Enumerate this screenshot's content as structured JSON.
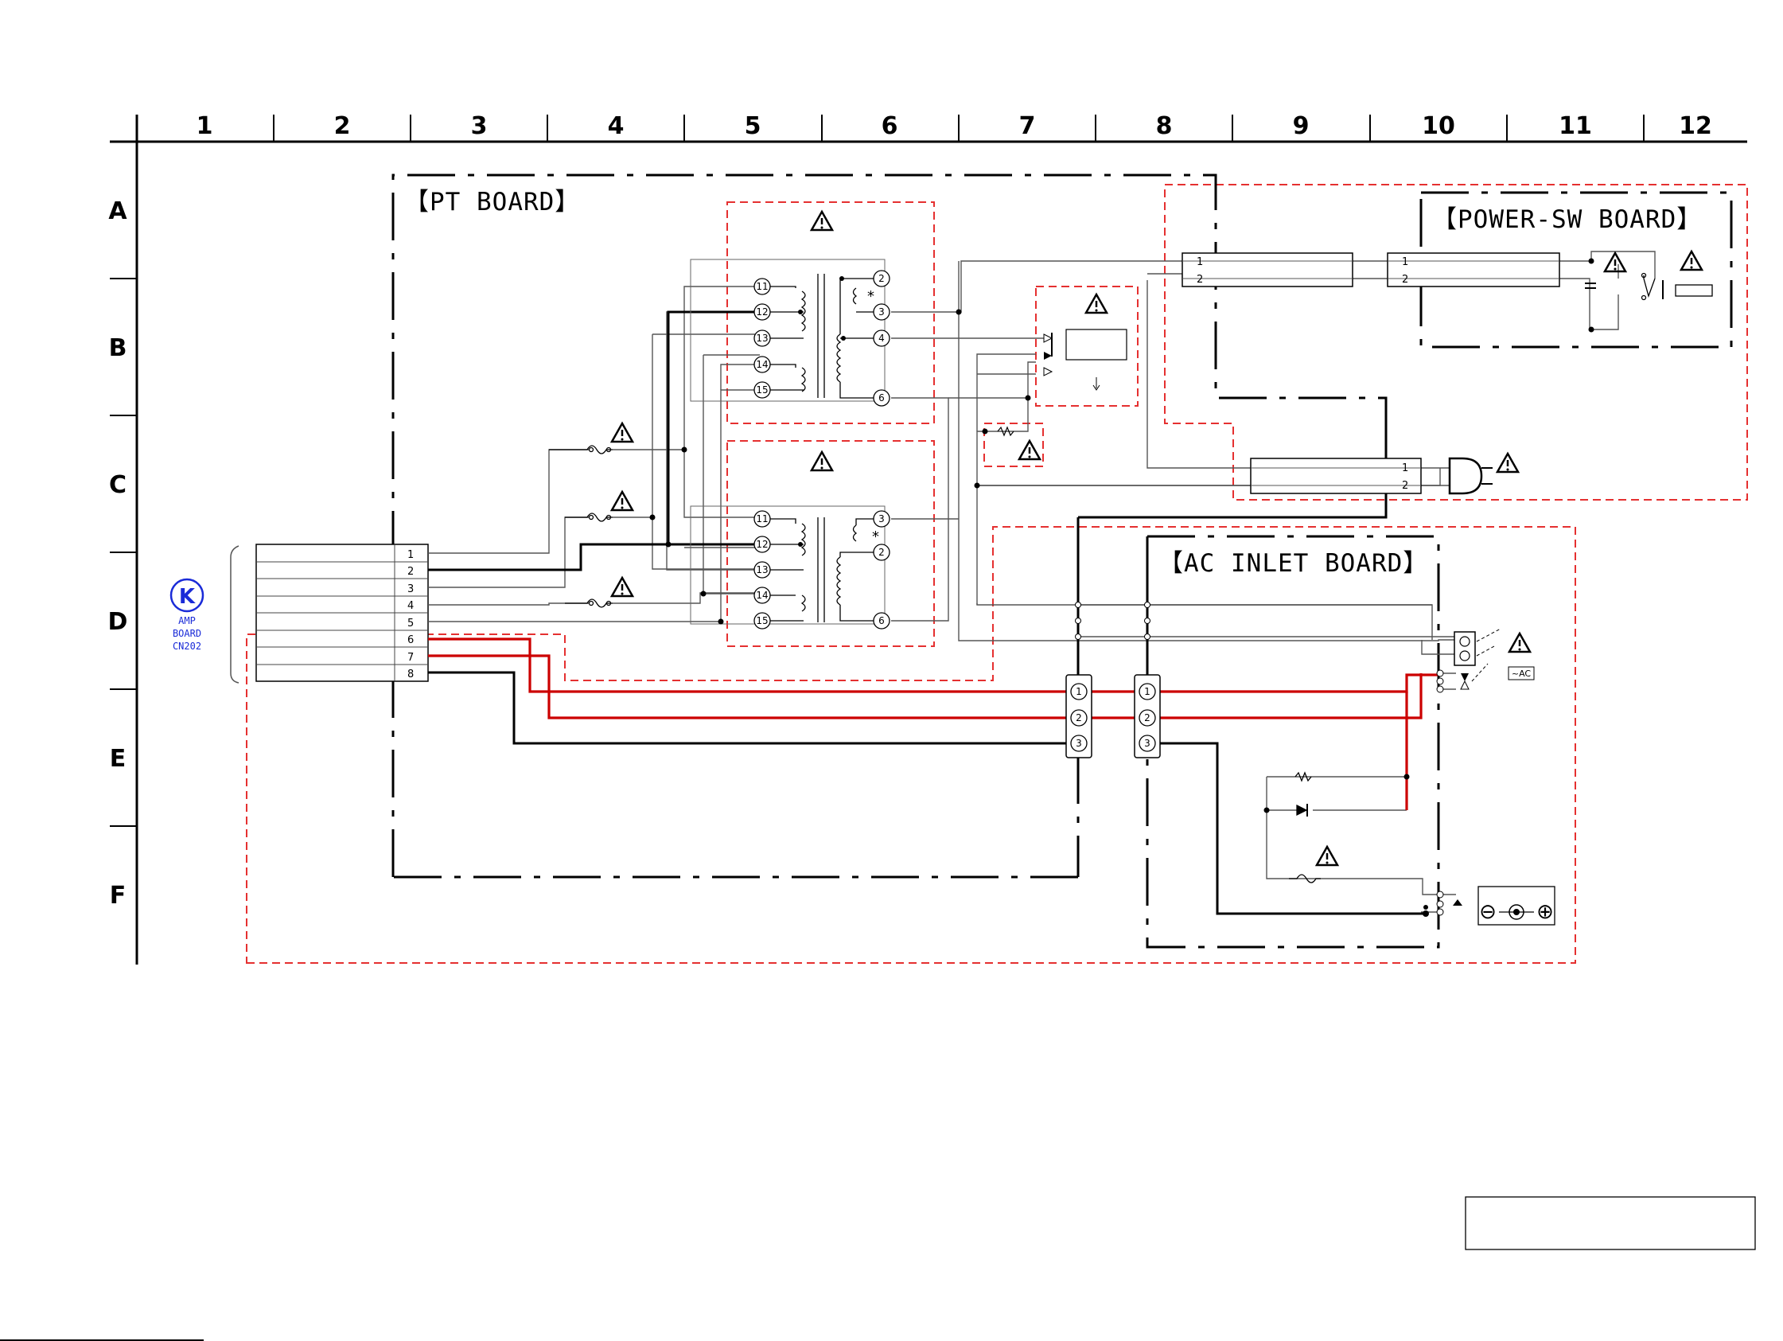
{
  "columns": [
    "1",
    "2",
    "3",
    "4",
    "5",
    "6",
    "7",
    "8",
    "9",
    "10",
    "11",
    "12"
  ],
  "rows": [
    "A",
    "B",
    "C",
    "D",
    "E",
    "F"
  ],
  "boards": {
    "pt": "【PT BOARD】",
    "power_sw": "【POWER-SW BOARD】",
    "ac_inlet": "【AC INLET BOARD】"
  },
  "amp_ref": {
    "badge": "K",
    "line1": "AMP",
    "line2": "BOARD",
    "line3": "CN202"
  },
  "connector_pins": [
    "1",
    "2",
    "3",
    "4",
    "5",
    "6",
    "7",
    "8"
  ],
  "transformer_primary_pins": [
    "11",
    "12",
    "13",
    "14",
    "15"
  ],
  "transformer_a_secondary_pins": [
    "2",
    "3",
    "4",
    "6"
  ],
  "transformer_b_secondary_pins": [
    "3",
    "2",
    "6"
  ],
  "asterisk": "*",
  "two_pin_labels": [
    "1",
    "2"
  ],
  "three_pin_labels": [
    "1",
    "2",
    "3"
  ],
  "ac_label": "~AC",
  "dc_polarity": [
    "⊖",
    "⊕"
  ]
}
